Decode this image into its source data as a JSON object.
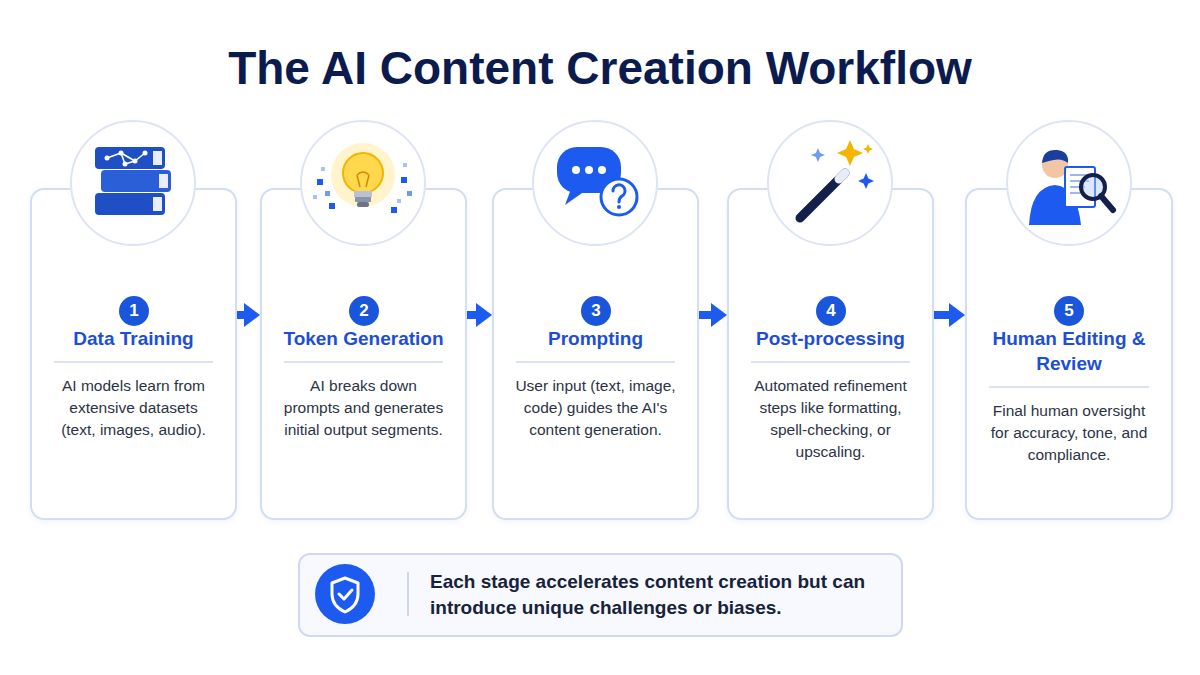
{
  "diagram": {
    "title": "The AI Content Creation Workflow",
    "nodes": [
      {
        "text": [
          "Data Training",
          "AI models learn from extensive datasets (text, images, audio)."
        ]
      },
      {
        "text": [
          "1"
        ],
        "in": 0
      },
      {
        "text": [
          "Token Generation",
          "AI breaks down prompts and generates initial output segments."
        ]
      },
      {
        "text": [
          "2"
        ],
        "in": 2
      },
      {
        "text": [
          "Prompting",
          "User input (text, image, code) guides the AI's content generation."
        ]
      },
      {
        "text": [
          "3"
        ],
        "in": 4
      },
      {
        "text": [
          "Post-processing",
          "Automated refinement steps like formatting, spell-checking, or upscaling."
        ]
      },
      {
        "text": [
          "4"
        ],
        "in": 6
      },
      {
        "text": [
          "Human Editing & Review",
          "Final human oversight for accuracy, tone, and compliance."
        ]
      },
      {
        "text": [
          "5"
        ],
        "in": 8
      },
      {
        "text": [
          "Each stage accelerates content creation but can introduce unique challenges or biases."
        ]
      }
    ],
    "edges": [
      {
        "from": 0,
        "to": 2,
        "arrow": "to"
      },
      {
        "from": 2,
        "to": 4,
        "arrow": "to"
      },
      {
        "from": 4,
        "to": 6,
        "arrow": "to"
      },
      {
        "from": 6,
        "to": 8,
        "arrow": "to"
      }
    ]
  }
}
